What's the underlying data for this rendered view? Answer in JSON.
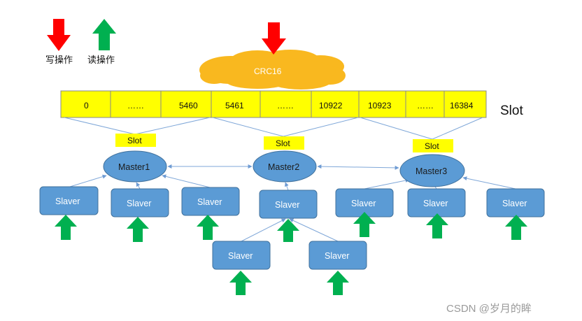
{
  "legend": {
    "write_label": "写操作",
    "read_label": "读操作"
  },
  "hash": {
    "label": "CRC16"
  },
  "slot_bar": {
    "cells": [
      "0",
      "……",
      "5460",
      "5461",
      "……",
      "10922",
      "10923",
      "……",
      "16384"
    ],
    "title": "Slot"
  },
  "masters": [
    {
      "label": "Master1",
      "slot_label": "Slot"
    },
    {
      "label": "Master2",
      "slot_label": "Slot"
    },
    {
      "label": "Master3",
      "slot_label": "Slot"
    }
  ],
  "slaves": [
    {
      "label": "Slaver"
    },
    {
      "label": "Slaver"
    },
    {
      "label": "Slaver"
    },
    {
      "label": "Slaver"
    },
    {
      "label": "Slaver"
    },
    {
      "label": "Slaver"
    },
    {
      "label": "Slaver"
    },
    {
      "label": "Slaver"
    },
    {
      "label": "Slaver"
    }
  ],
  "watermark": "CSDN @岁月的眸",
  "icons": {
    "write": "red-down-arrow-icon",
    "read": "green-up-arrow-icon"
  },
  "colors": {
    "write_arrow": "#FF0000",
    "read_arrow": "#00B050",
    "slot_yellow": "#FFFF00",
    "node_blue": "#5B9BD5",
    "cloud_orange": "#F9B81F"
  }
}
